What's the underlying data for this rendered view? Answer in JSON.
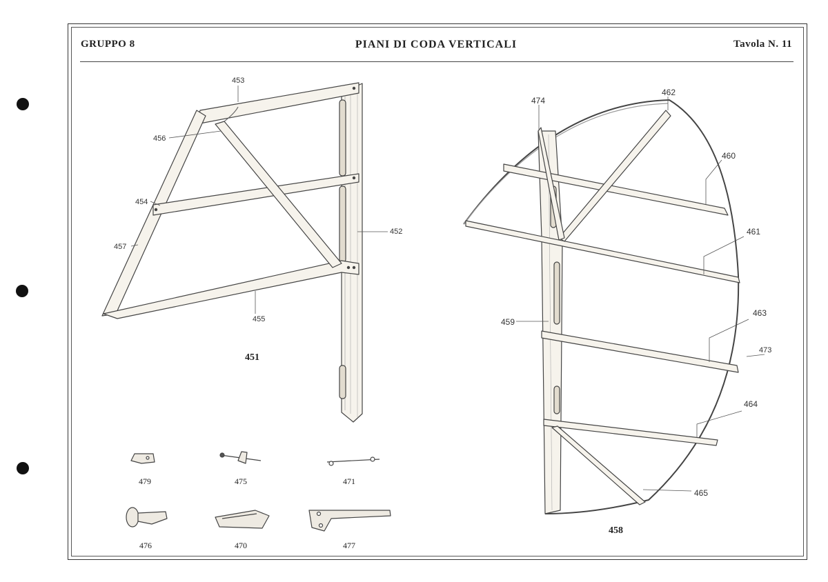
{
  "header": {
    "group": "GRUPPO 8",
    "title": "PIANI DI CODA VERTICALI",
    "plate": "Tavola N. 11"
  },
  "figures": {
    "left_assembly": "451",
    "right_assembly": "458"
  },
  "left_callouts": {
    "c453": "453",
    "c456": "456",
    "c454": "454",
    "c452": "452",
    "c457": "457",
    "c455": "455"
  },
  "right_callouts": {
    "c474": "474",
    "c462": "462",
    "c460": "460",
    "c461": "461",
    "c459": "459",
    "c463": "463",
    "c473": "473",
    "c464": "464",
    "c465": "465"
  },
  "parts": {
    "p479": "479",
    "p475": "475",
    "p471": "471",
    "p476": "476",
    "p470": "470",
    "p477": "477"
  }
}
